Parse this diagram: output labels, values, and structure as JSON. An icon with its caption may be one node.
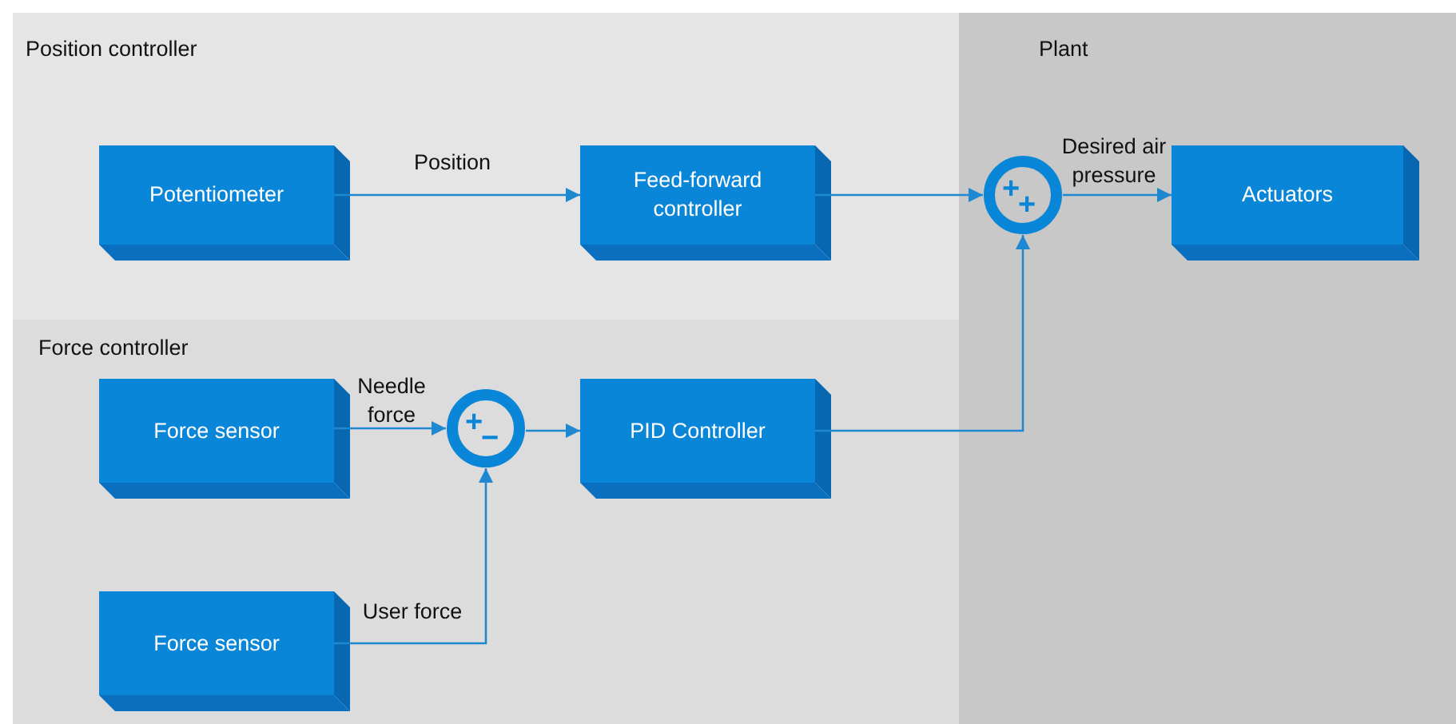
{
  "diagram": {
    "nodes": [
      {
        "text": [
          "Position controller"
        ]
      },
      {
        "text": [
          "Force controller"
        ]
      },
      {
        "text": [
          "Plant"
        ]
      },
      {
        "text": [
          "Potentiometer"
        ],
        "in": 0
      },
      {
        "text": [
          "Feed-forward controller"
        ],
        "in": 0
      },
      {
        "text": [
          "+",
          "+"
        ],
        "in": 2
      },
      {
        "text": [
          "Actuators"
        ],
        "in": 2
      },
      {
        "text": [
          "Force sensor"
        ],
        "in": 1
      },
      {
        "text": [
          "+",
          "−"
        ],
        "in": 1
      },
      {
        "text": [
          "PID Controller"
        ],
        "in": 1
      },
      {
        "text": [
          "Force sensor"
        ],
        "in": 1
      }
    ],
    "edges": [
      {
        "from": 3,
        "to": 4,
        "arrow": "to",
        "label": "Position"
      },
      {
        "from": 4,
        "to": 5,
        "arrow": "to"
      },
      {
        "from": 5,
        "to": 6,
        "arrow": "to",
        "label": "Desired air pressure"
      },
      {
        "from": 7,
        "to": 8,
        "arrow": "to",
        "label": "Needle force"
      },
      {
        "from": 8,
        "to": 9,
        "arrow": "to"
      },
      {
        "from": 9,
        "to": 5,
        "arrow": "to"
      },
      {
        "from": 10,
        "to": 8,
        "arrow": "to",
        "label": "User force"
      }
    ]
  }
}
